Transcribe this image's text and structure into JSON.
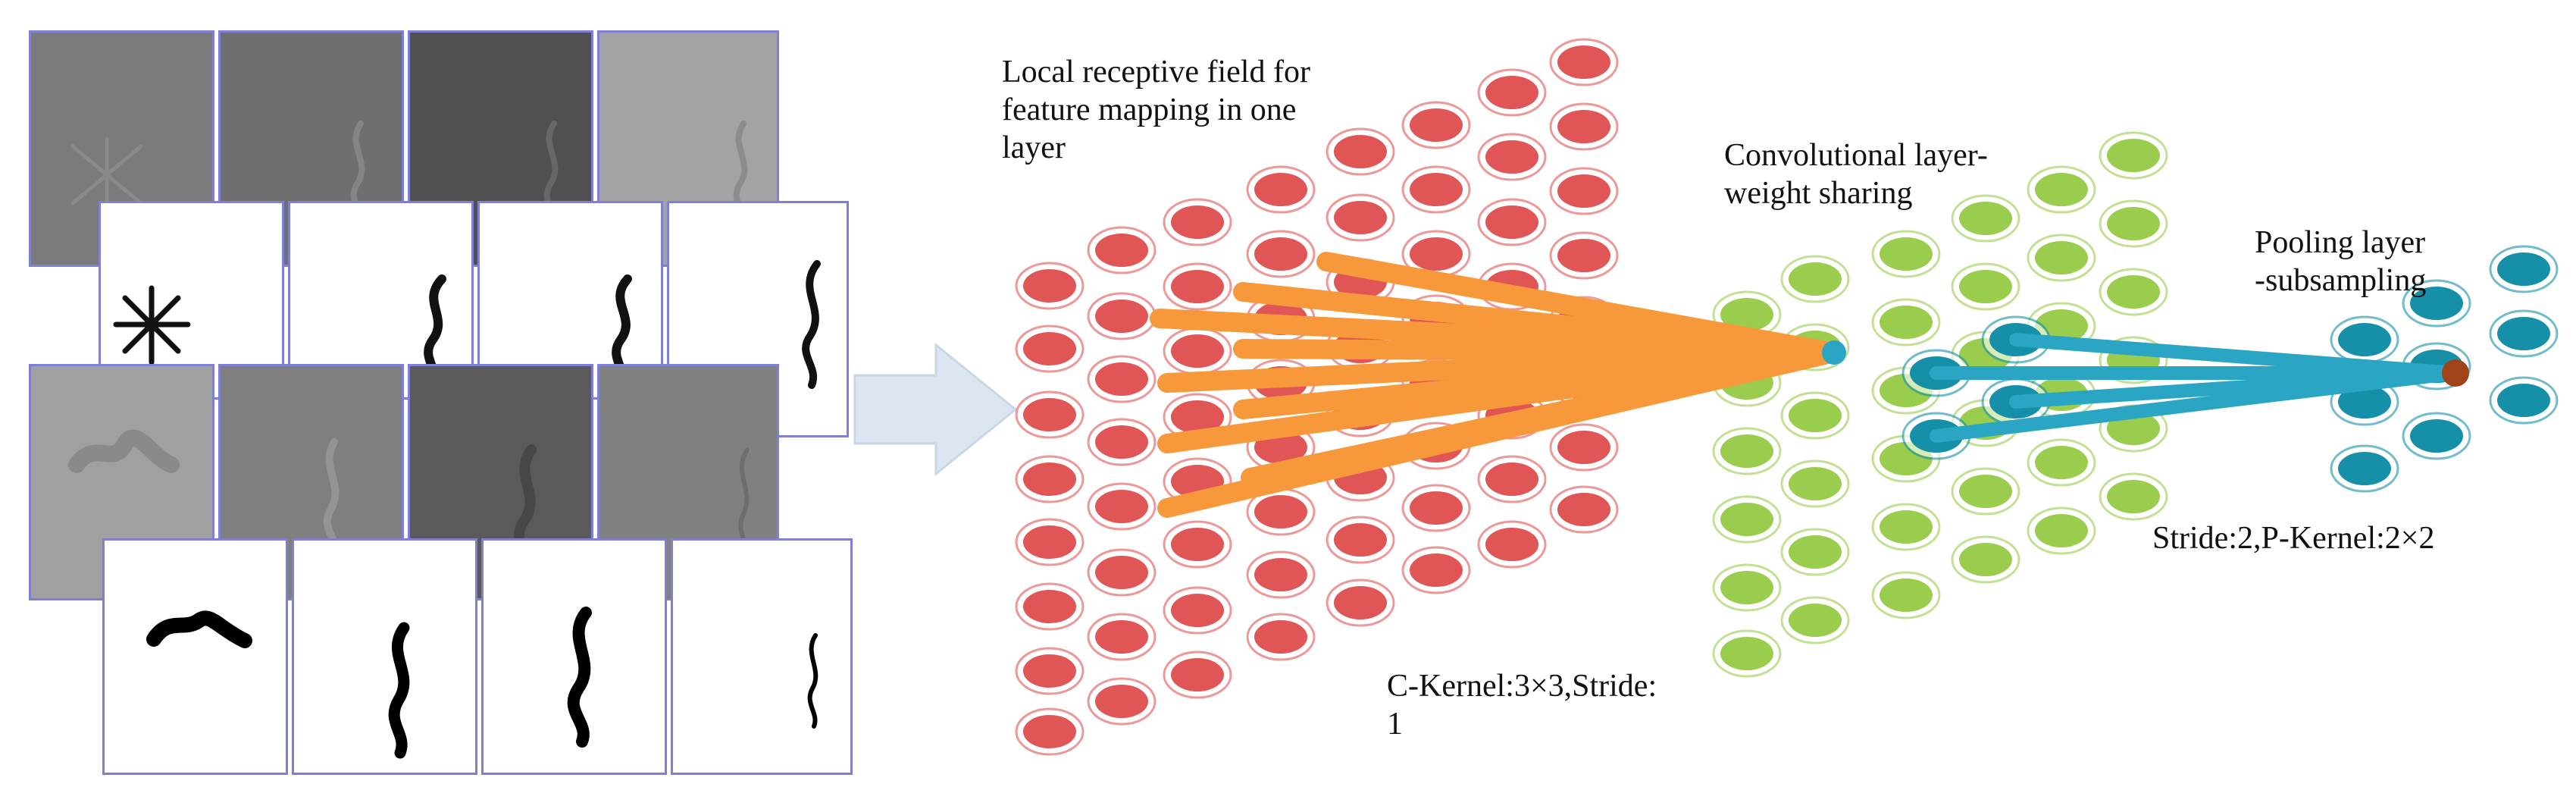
{
  "labels": {
    "receptive_field": "Local receptive field for\nfeature mapping in one\nlayer",
    "conv_layer": "Convolutional layer-\nweight sharing",
    "pooling_layer": "Pooling layer\n-subsampling",
    "c_kernel": "C-Kernel:3×3,Stride:\n1",
    "p_kernel": "Stride:2,P-Kernel:2×2"
  },
  "colors": {
    "input_neuron": "#e05555",
    "conv_neuron": "#9acd4e",
    "pool_neuron": "#1590a8",
    "conv_connections": "#f7993a",
    "pool_connections": "#2aa6c4",
    "pool_target": "#a0421a",
    "tile_border": "#7f7fd6",
    "arrow": "#dce6f2"
  },
  "glyph_tiles": {
    "top_row_glyphs": [
      "asterisk",
      "squiggle",
      "squiggle",
      "squiggle"
    ],
    "bottom_row_glyphs": [
      "wave",
      "squiggle",
      "squiggle",
      "squiggle"
    ]
  }
}
